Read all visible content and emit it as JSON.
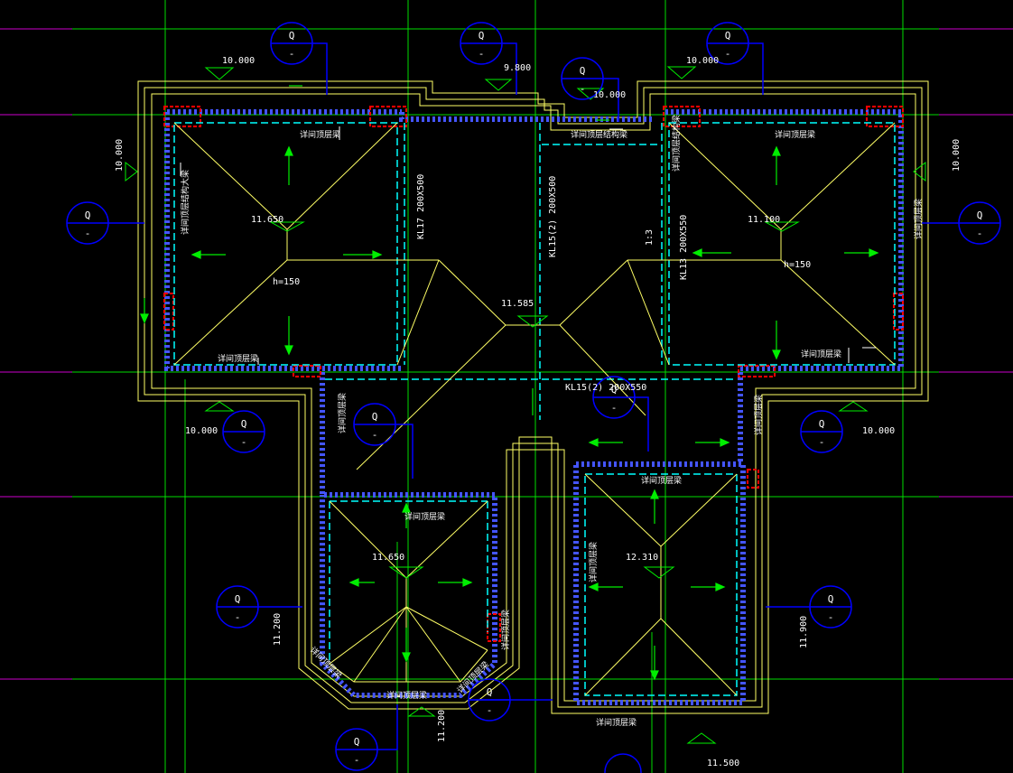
{
  "colors": {
    "background": "#000000",
    "grid": "#00ff00",
    "axis_extension": "#cc00cc",
    "roof_edge": "#ffff66",
    "beam_dash": "#00ffff",
    "wall_hatch": "#5566ff",
    "column": "#ff0000",
    "marker": "#0000ff",
    "text": "#ffffff",
    "arrow": "#00cc00"
  },
  "elevations": {
    "top_left": "10.000",
    "top_mid": "9.800",
    "top_mid2": "10.000",
    "top_right": "10.000",
    "left_side": "10.000",
    "right_side": "10.000",
    "ridge_left": "11.650",
    "ridge_right": "11.100",
    "center_valley": "11.585",
    "bottom_left_side": "10.000",
    "bottom_right_side": "10.000",
    "small_left_peak": "11.650",
    "small_right_peak": "12.310",
    "bottom_left_wall": "11.200",
    "bottom_right_wall": "11.900",
    "bottom_center": "11.200",
    "bottom_right": "11.500"
  },
  "beams": {
    "kl17": "KL17 200X500",
    "kl15_vertical": "KL15(2) 200X500",
    "kl13": "KL13 200X550",
    "kl15_horizontal": "KL15(2) 200X550",
    "slope_note": "1:3"
  },
  "notes": {
    "h_left": "h=150",
    "h_right": "h=150",
    "eave_beam": "详间顶层梁",
    "eave_beam_top": "详间顶层结构梁",
    "eave_beam_left": "详间顶层结构大梁"
  },
  "axis_markers": {
    "top_a": "Q",
    "top_b": "Q",
    "top_c": "Q",
    "top_d": "Q",
    "left_mid": "Q",
    "right_mid": "Q",
    "mid_left": "Q",
    "mid_center": "Q",
    "mid_centre2": "Q",
    "mid_right": "Q",
    "low_left": "Q",
    "low_right": "Q",
    "bottom_center": "Q",
    "bottom_left": "Q",
    "dash": "-"
  }
}
